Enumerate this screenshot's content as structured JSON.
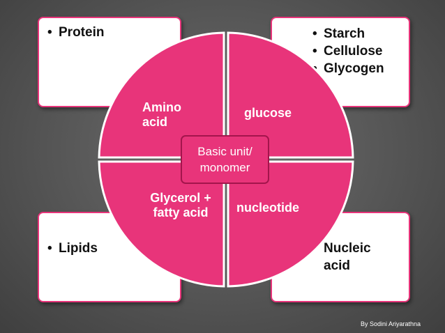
{
  "colors": {
    "wedge_fill": "#e8347a",
    "wedge_border": "#ffffff",
    "box_border": "#e8347a",
    "background": "#555555"
  },
  "diagram": {
    "center_label": [
      "Basic unit/",
      "monomer"
    ],
    "quadrants": [
      {
        "position": "top-left",
        "box_items": [
          "Protein"
        ],
        "wedge_label": [
          "Amino",
          "acid"
        ]
      },
      {
        "position": "top-right",
        "box_items": [
          "Starch",
          "Cellulose",
          "Glycogen"
        ],
        "wedge_label": [
          "glucose"
        ]
      },
      {
        "position": "bottom-left",
        "box_items": [
          "Lipids"
        ],
        "wedge_label": [
          "Glycerol +",
          "fatty acid"
        ]
      },
      {
        "position": "bottom-right",
        "box_items": [
          "Nucleic acid"
        ],
        "wedge_label": [
          "nucleotide"
        ]
      }
    ]
  },
  "credit": "By Sodini Ariyarathna"
}
